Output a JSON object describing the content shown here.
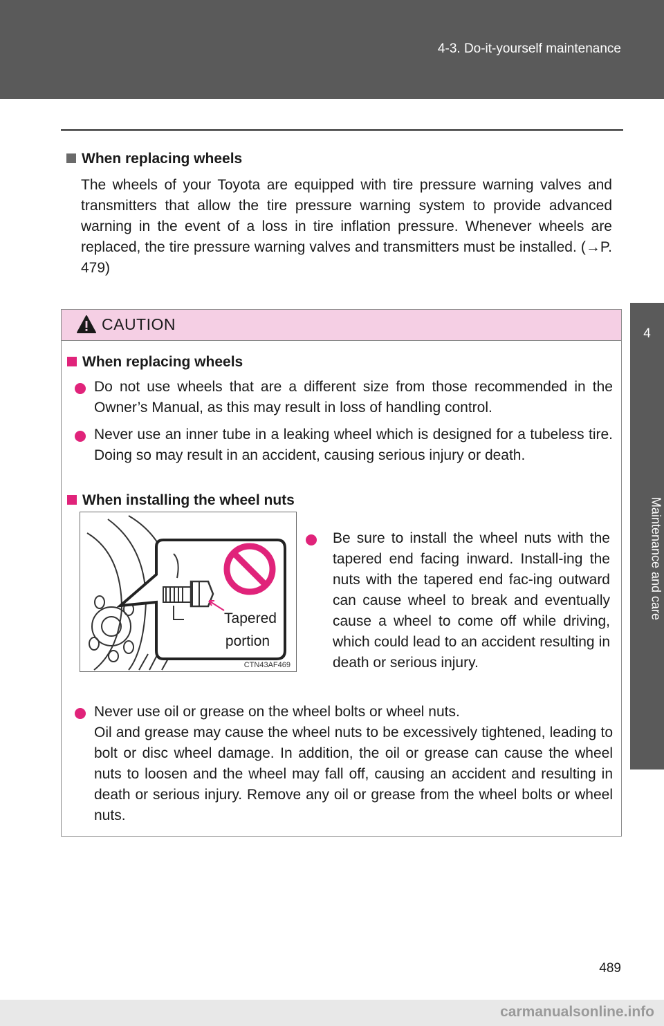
{
  "header": {
    "section_title": "4-3. Do-it-yourself maintenance"
  },
  "side_tab": {
    "number": "4",
    "label": "Maintenance and care"
  },
  "section1": {
    "heading": "When replacing wheels",
    "body": "The wheels of your Toyota are equipped with tire pressure warning valves and transmitters that allow the tire pressure warning system to provide advanced warning in the event of a loss in tire inflation pressure. Whenever wheels are replaced, the tire pressure warning valves and transmitters must be installed. (→P. 479)"
  },
  "caution": {
    "title": "CAUTION",
    "sub1": {
      "heading": "When replacing wheels",
      "bullets": [
        "Do not use wheels that are a different size from those recommended in the Owner’s Manual, as this may result in loss of handling control.",
        "Never use an inner tube in a leaking wheel which is designed for a tubeless tire. Doing so may result in an accident, causing serious injury or death."
      ]
    },
    "sub2": {
      "heading": "When installing the wheel nuts",
      "bullet_side": "Be sure to install the wheel nuts with the tapered end facing inward. Install-ing the nuts with the tapered end fac-ing outward can cause wheel to break and eventually cause a wheel to come off while driving, which could lead to an accident resulting in death or serious injury.",
      "bullet_last_line1": "Never use oil or grease on the wheel bolts or wheel nuts.",
      "bullet_last_body": "Oil and grease may cause the wheel nuts to be excessively tightened, leading to bolt or disc wheel damage. In addition, the oil or grease can cause the wheel nuts to loosen and the wheel may fall off, causing an accident and resulting in death or serious injury. Remove any oil or grease from the wheel bolts or wheel nuts."
    },
    "illustration": {
      "label_line1": "Tapered",
      "label_line2": "portion",
      "code": "CTN43AF469"
    }
  },
  "footer": {
    "page_number": "489",
    "watermark": "carmanualsonline.info"
  },
  "colors": {
    "header_gray": "#5a5a5a",
    "caution_pink": "#f5cfe4",
    "accent_magenta": "#e0237a"
  }
}
